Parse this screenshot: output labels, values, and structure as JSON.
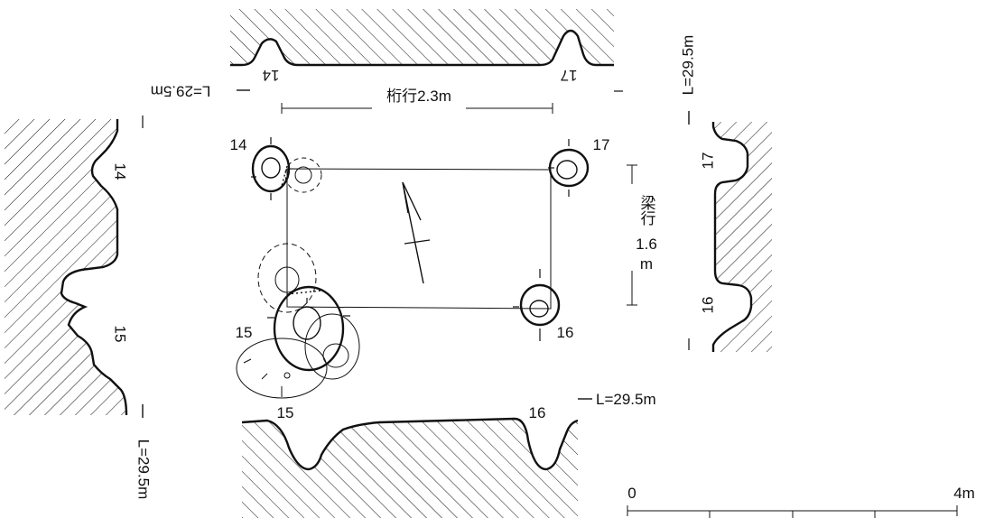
{
  "labels": {
    "pit_14": "14",
    "pit_15": "15",
    "pit_16": "16",
    "pit_17": "17",
    "level": "L=29.5m",
    "keta_dimension": "桁行2.3m",
    "hari_label": "梁行",
    "hari_value": "1.6",
    "hari_unit": "m",
    "scale_zero": "0",
    "scale_max": "4m"
  },
  "colors": {
    "line": "#111111",
    "background": "#ffffff"
  },
  "icons": {
    "north_arrow": "north-arrow-icon"
  }
}
